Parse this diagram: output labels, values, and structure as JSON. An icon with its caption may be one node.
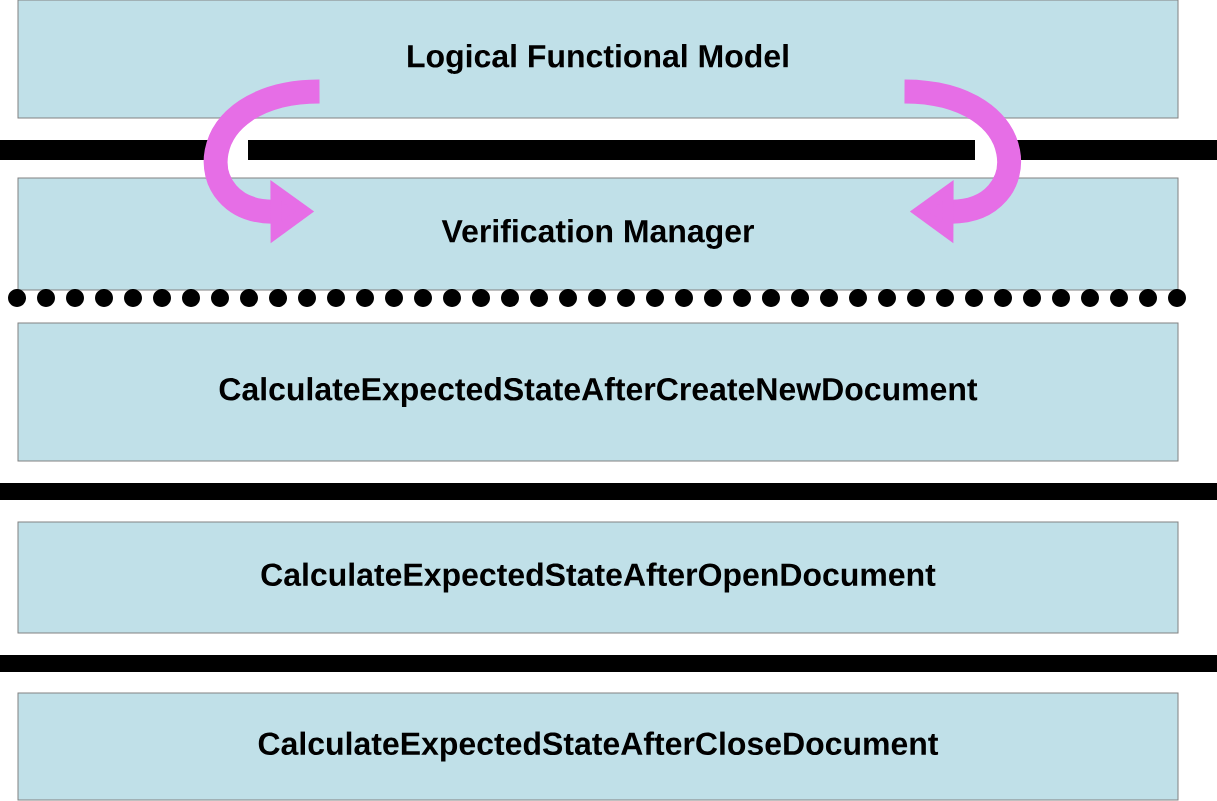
{
  "diagram": {
    "nodes": [
      {
        "text": [
          "Logical Functional Model"
        ]
      },
      {
        "text": [],
        "shape": "bar"
      },
      {
        "text": [],
        "shape": "bar"
      },
      {
        "text": [],
        "shape": "bar"
      },
      {
        "text": [
          "Verification Manager"
        ]
      },
      {
        "text": [],
        "shape": "dots"
      },
      {
        "text": [
          "CalculateExpectedStateAfterCreateNewDocument"
        ]
      },
      {
        "text": [],
        "shape": "bar"
      },
      {
        "text": [
          "CalculateExpectedStateAfterOpenDocument"
        ]
      },
      {
        "text": [],
        "shape": "bar"
      },
      {
        "text": [
          "CalculateExpectedStateAfterCloseDocument"
        ]
      }
    ],
    "edges": [
      {
        "from": 0,
        "to": 4,
        "arrow": "to"
      },
      {
        "from": 0,
        "to": 4,
        "arrow": "to"
      }
    ]
  }
}
